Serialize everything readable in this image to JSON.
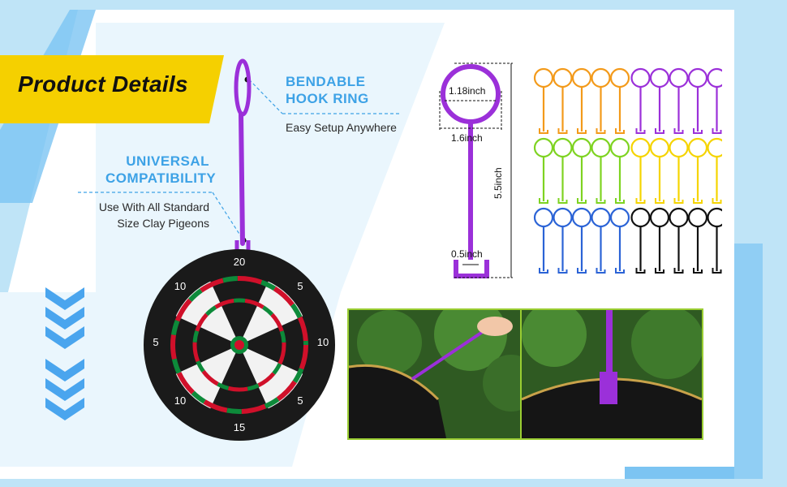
{
  "badge": {
    "title": "Product Details"
  },
  "features": [
    {
      "title_line1": "BENDABLE",
      "title_line2": "HOOK RING",
      "desc_line1": "Easy Setup Anywhere",
      "desc_line2": ""
    },
    {
      "title_line1": "UNIVERSAL",
      "title_line2": "COMPATIBILITY",
      "desc_line1": "Use With All Standard",
      "desc_line2": "Size Clay Pigeons"
    }
  ],
  "dartboard": {
    "numbers": [
      "20",
      "5",
      "10",
      "15",
      "5",
      "10",
      "10",
      "5"
    ]
  },
  "dimensions": {
    "ring_inner": "1.18inch",
    "ring_outer": "1.6inch",
    "length": "5.5inch",
    "hook": "0.5inch"
  },
  "colors": {
    "accent_blue": "#3da2e6",
    "badge_yellow": "#f5d000",
    "hook_purple": "#9b30d9",
    "orange": "#f39a1a",
    "green": "#7ed321",
    "yellow": "#f5d400",
    "blue": "#2b63d6",
    "black": "#111111"
  },
  "hook_grid": {
    "rows": [
      [
        "orange",
        "orange",
        "orange",
        "orange",
        "orange",
        "purple",
        "purple",
        "purple",
        "purple",
        "purple"
      ],
      [
        "green",
        "green",
        "green",
        "green",
        "green",
        "yellow",
        "yellow",
        "yellow",
        "yellow",
        "yellow"
      ],
      [
        "blue",
        "blue",
        "blue",
        "blue",
        "blue",
        "black",
        "black",
        "black",
        "black",
        "black"
      ]
    ]
  }
}
